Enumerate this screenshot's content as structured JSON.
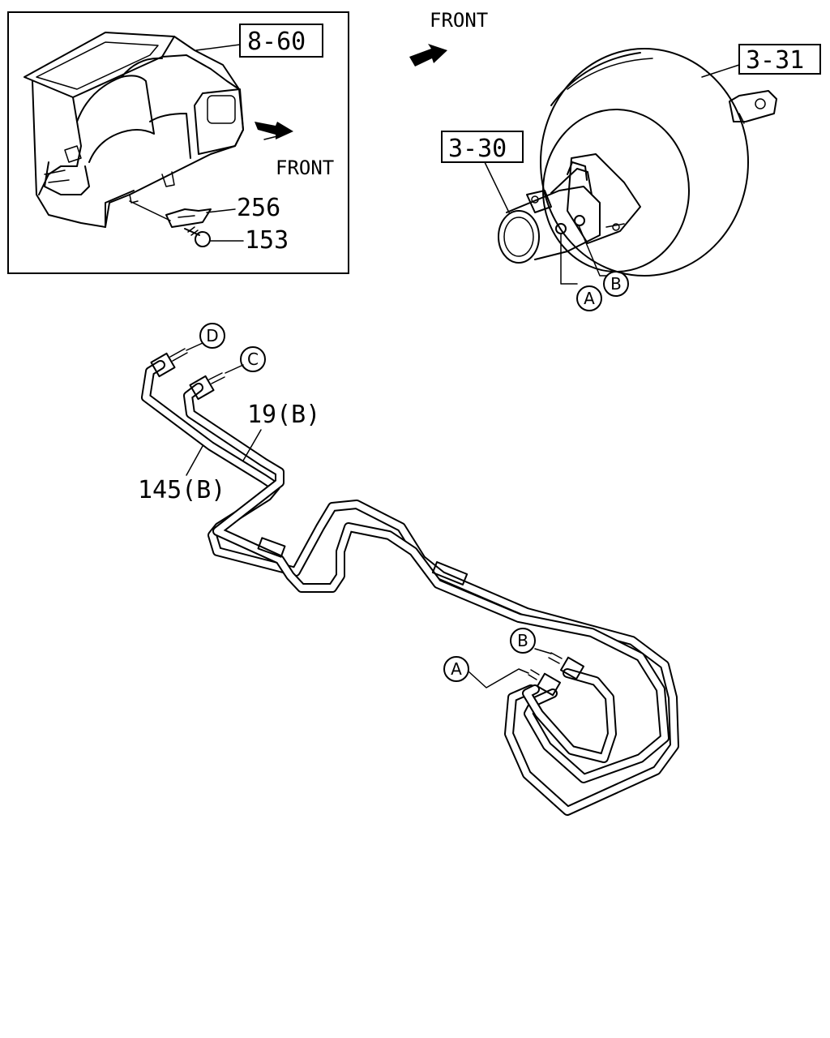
{
  "inset": {
    "ref_label": "8-60",
    "direction_label": "FRONT",
    "part_256": "256",
    "part_153": "153"
  },
  "booster": {
    "direction_label": "FRONT",
    "ref_booster": "3-31",
    "ref_master_cylinder": "3-30",
    "port_a": "A",
    "port_b": "B"
  },
  "pipes": {
    "end_d": "D",
    "end_c": "C",
    "end_b": "B",
    "end_a": "A",
    "pipe_19": "19(B)",
    "pipe_145": "145(B)"
  }
}
